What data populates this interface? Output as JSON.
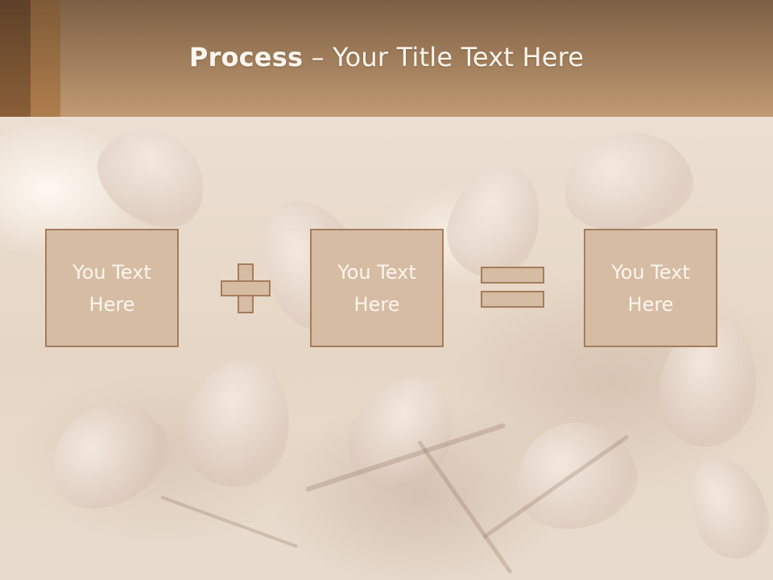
{
  "slide": {
    "title_bold": "Process",
    "title_rest": " – Your Title Text Here",
    "boxes": [
      {
        "text": "You Text Here"
      },
      {
        "text": "You Text Here"
      },
      {
        "text": "You Text Here"
      }
    ],
    "operators": [
      "plus",
      "equals"
    ]
  },
  "colors": {
    "header_band": "#9c7a58",
    "box_fill": "#d6bca3",
    "box_border": "#a57d5a",
    "text_light": "#fbf6ef"
  }
}
